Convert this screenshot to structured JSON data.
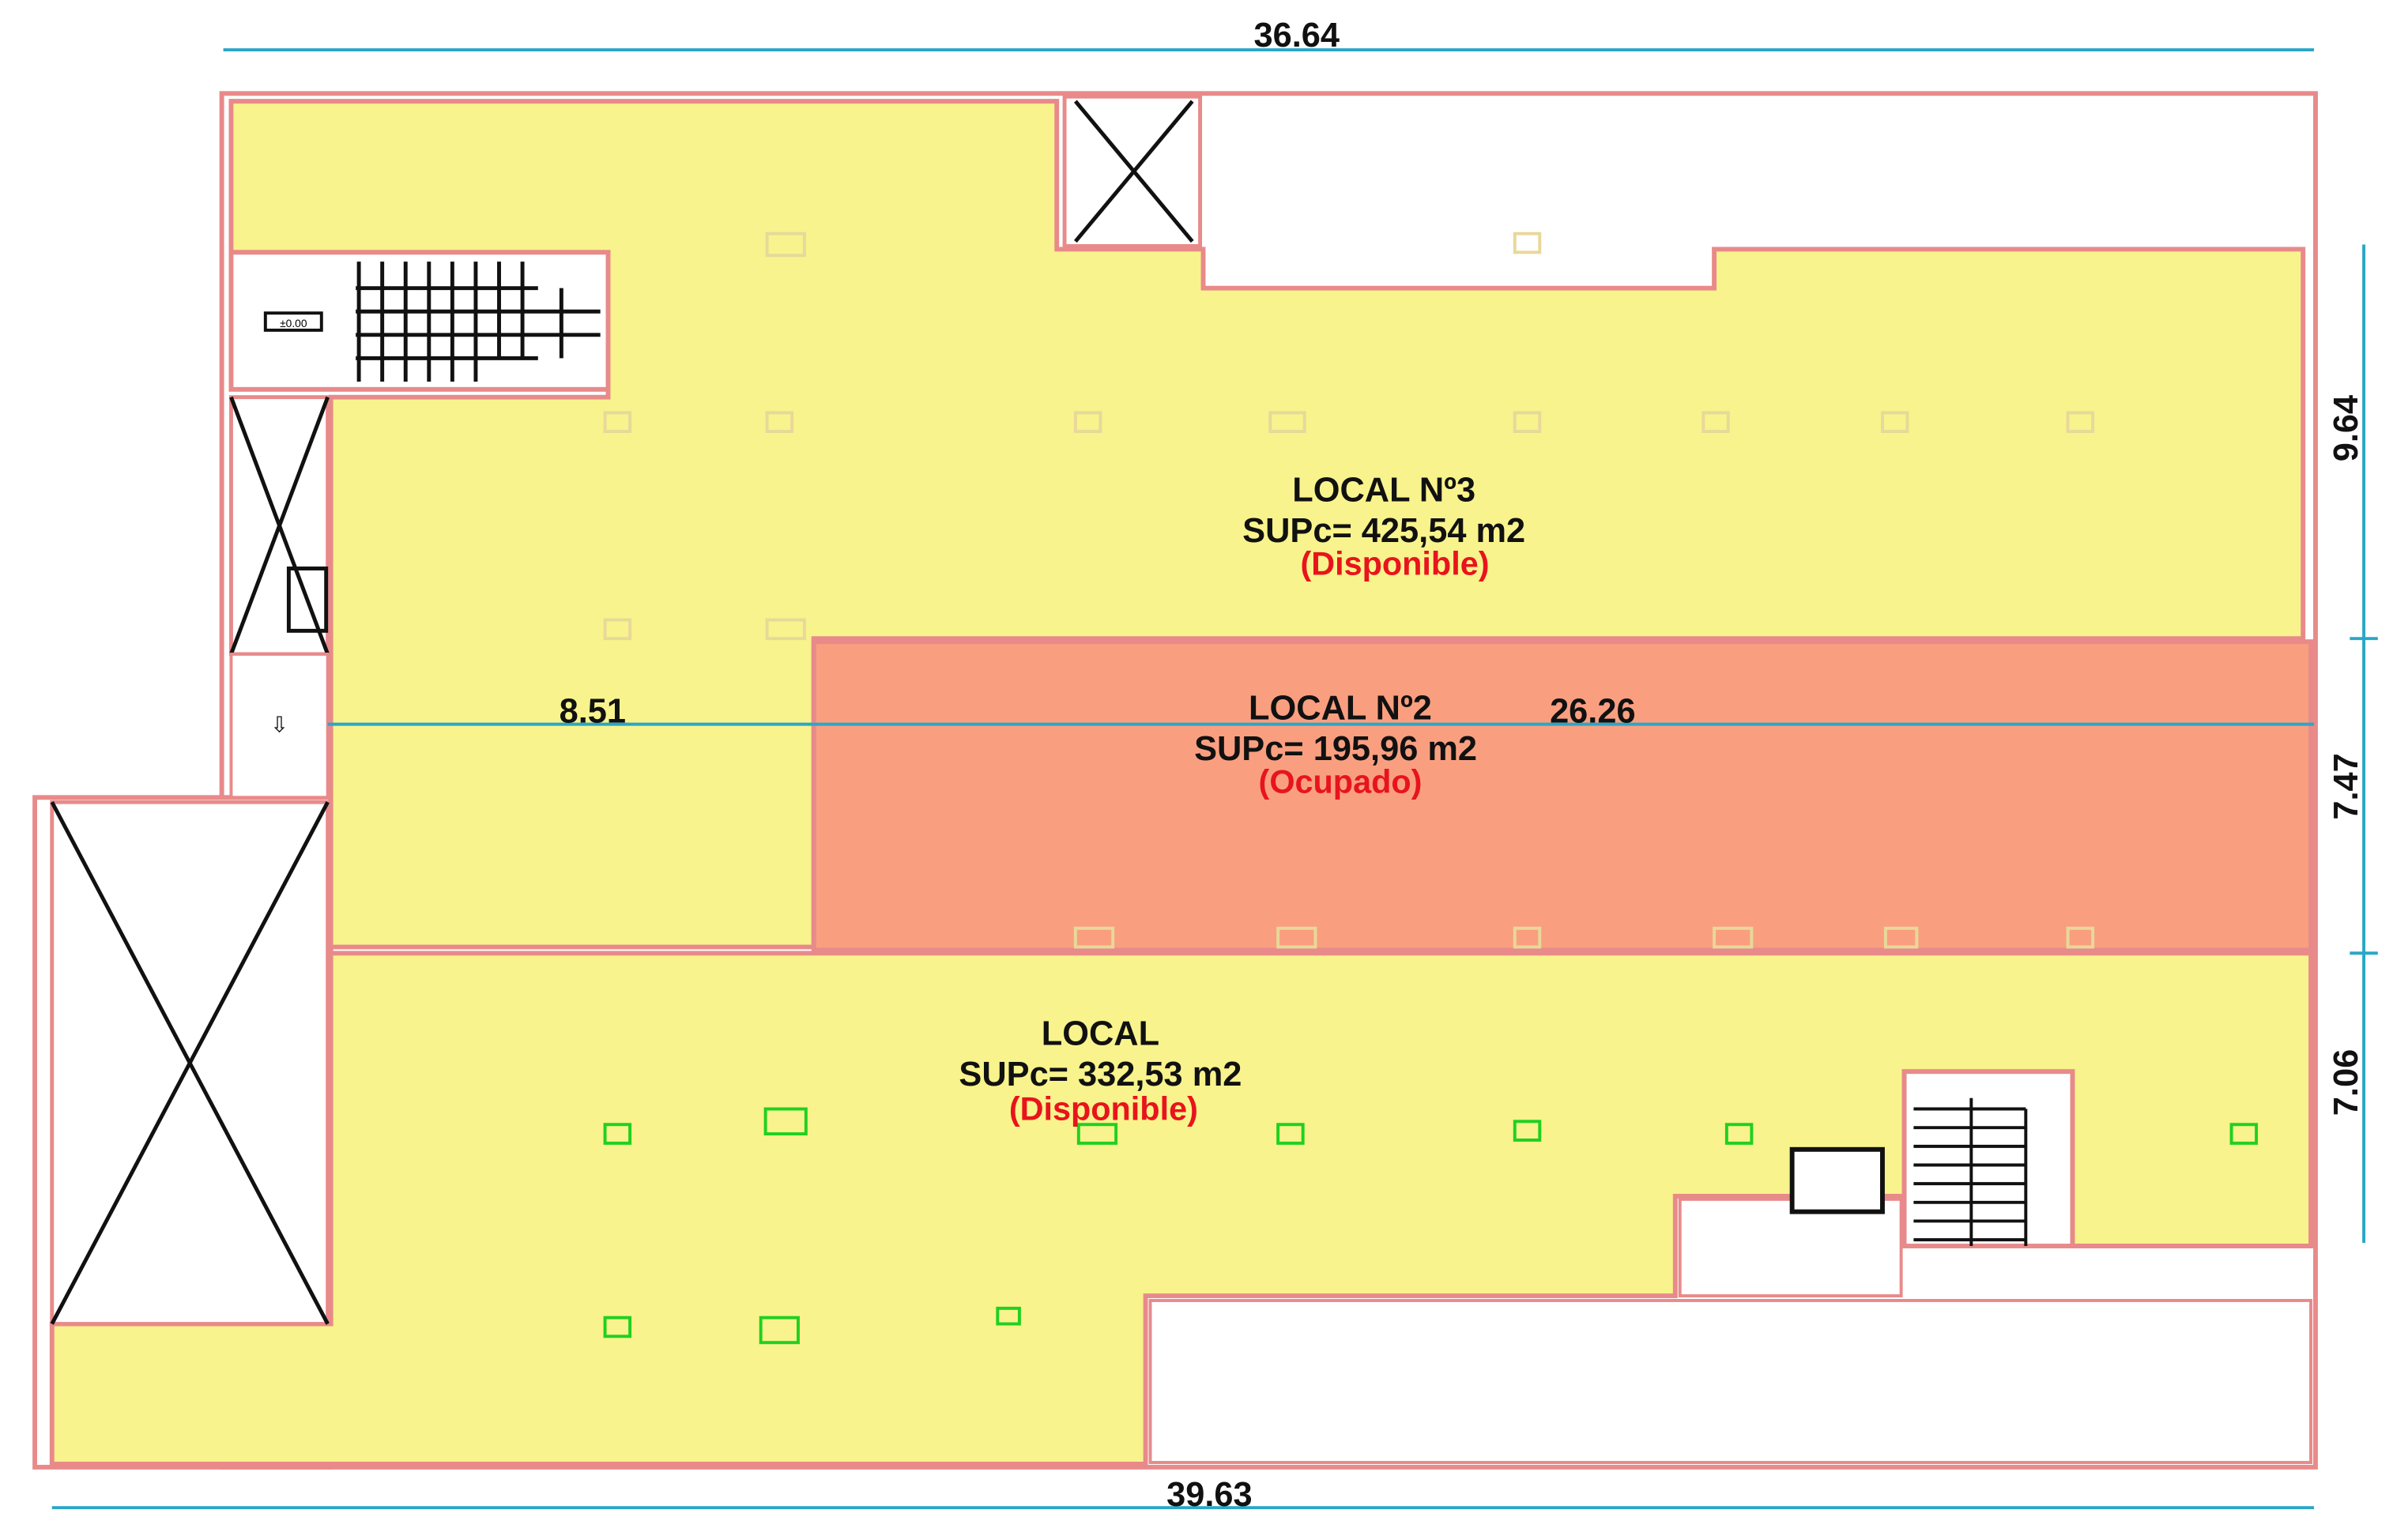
{
  "dimensions": {
    "top": "36.64",
    "bottom": "39.63",
    "right_upper": "9.64",
    "right_middle": "7.47",
    "right_lower": "7.06",
    "inner_left": "8.51",
    "inner_right": "26.26"
  },
  "level_marker": "±0.00",
  "units": [
    {
      "name": "LOCAL Nº3",
      "area": "SUPc= 425,54 m2",
      "status": "(Disponible)",
      "color": "#f8f38c"
    },
    {
      "name": "LOCAL Nº2",
      "area": "SUPc= 195,96 m2",
      "status": "(Ocupado)",
      "color": "#f99f80"
    },
    {
      "name": "LOCAL",
      "area": "SUPc= 332,53 m2",
      "status": "(Disponible)",
      "color": "#f8f38c"
    }
  ],
  "colors": {
    "wall": "#e88a8a",
    "dimension_line": "#2aa6c8",
    "status_text": "#e8141c",
    "column_marker": "#20d020"
  }
}
